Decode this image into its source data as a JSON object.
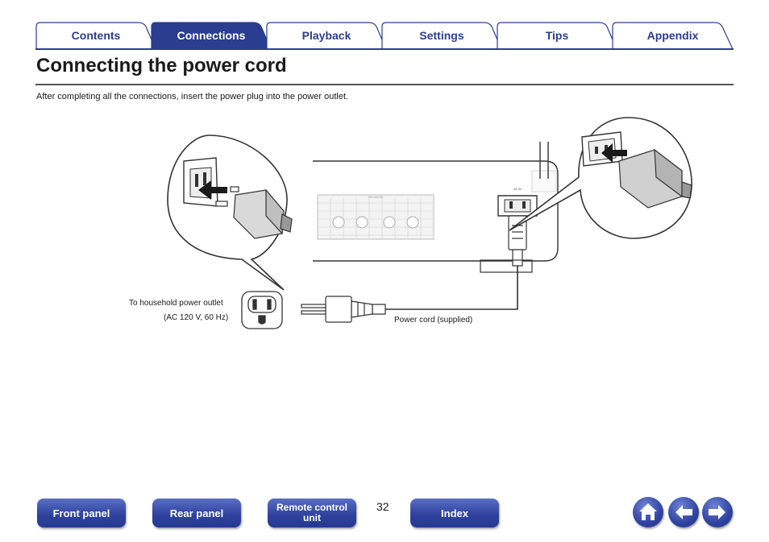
{
  "tabs": [
    {
      "label": "Contents",
      "active": false
    },
    {
      "label": "Connections",
      "active": true
    },
    {
      "label": "Playback",
      "active": false
    },
    {
      "label": "Settings",
      "active": false
    },
    {
      "label": "Tips",
      "active": false
    },
    {
      "label": "Appendix",
      "active": false
    }
  ],
  "page": {
    "title": "Connecting the power cord",
    "intro": "After completing all the connections, insert the power plug into the power outlet.",
    "number": "32"
  },
  "figure": {
    "outlet_caption_line1": "To household power outlet",
    "outlet_caption_line2": "(AC 120 V, 60 Hz)",
    "cord_caption": "Power cord (supplied)",
    "panel_label": "SPEAKERS",
    "inlet_label": "AC IN"
  },
  "nav": {
    "front_panel": "Front panel",
    "rear_panel": "Rear panel",
    "remote_line1": "Remote control",
    "remote_line2": "unit",
    "index": "Index"
  },
  "icons": {
    "home": "home-icon",
    "back": "arrow-left-icon",
    "forward": "arrow-right-icon"
  },
  "colors": {
    "brand_blue": "#2b3d8f",
    "tab_inactive_fill": "#ffffff",
    "tab_active_fill": "#2b3d8f"
  }
}
